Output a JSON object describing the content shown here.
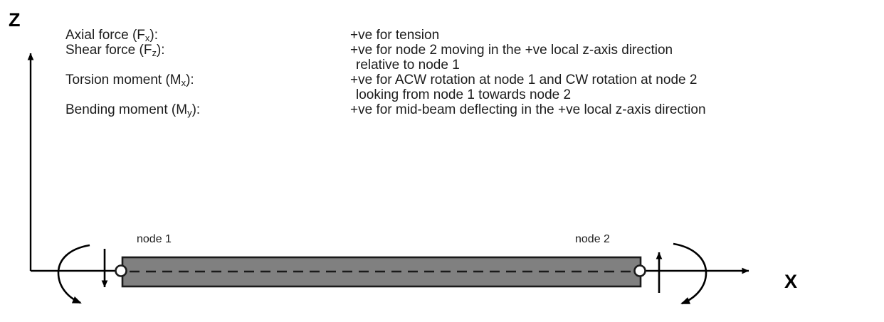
{
  "axes": {
    "z_label": "Z",
    "x_label": "X"
  },
  "legend": {
    "rows": [
      {
        "name": "axial-force",
        "label_main": "Axial force (F",
        "label_sub": "x",
        "label_tail": "):",
        "value": "+ve for tension"
      },
      {
        "name": "shear-force",
        "label_main": "Shear force (F",
        "label_sub": "z",
        "label_tail": "):",
        "value": "+ve for node 2 moving in the +ve local z-axis direction",
        "value_cont": "relative to node 1"
      },
      {
        "name": "torsion-moment",
        "label_main": "Torsion moment (M",
        "label_sub": "x",
        "label_tail": "):",
        "value": "+ve for ACW rotation at node 1 and CW rotation at node 2",
        "value_cont": "looking from node 1 towards node 2"
      },
      {
        "name": "bending-moment",
        "label_main": "Bending moment (M",
        "label_sub": "y",
        "label_tail": "):",
        "value": "+ve for mid-beam deflecting in the +ve local z-axis direction"
      }
    ]
  },
  "beam": {
    "node1_label": "node 1",
    "node2_label": "node 2",
    "fill_color": "#808080",
    "stroke_color": "#1a1a1a",
    "centerline_style": "dashed"
  },
  "colors": {
    "text": "#1c1c1c",
    "line": "#000000",
    "beam_fill": "#808080",
    "background": "#ffffff"
  }
}
